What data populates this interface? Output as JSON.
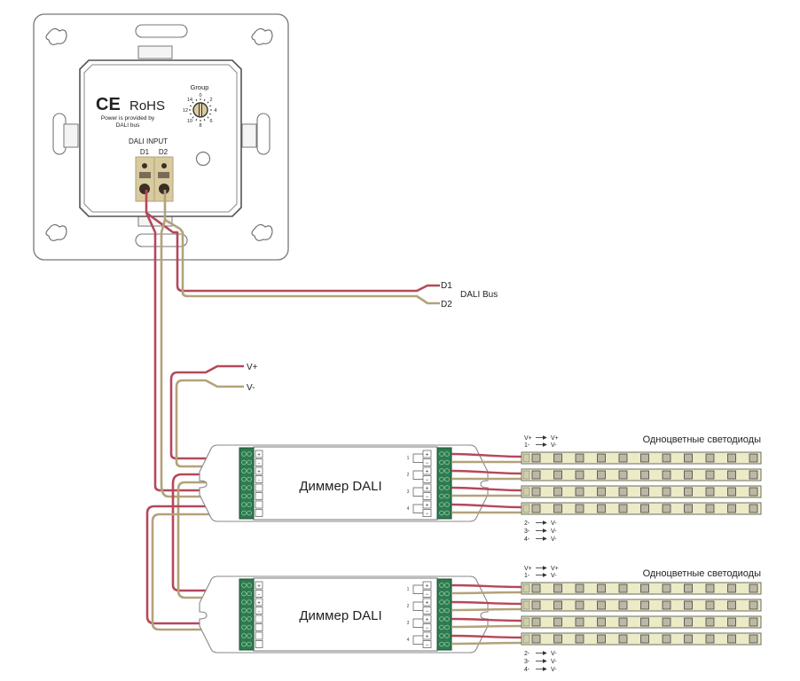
{
  "panel": {
    "ce_mark": "CE",
    "rohs": "RoHS",
    "power_note_line1": "Power is provided by",
    "power_note_line2": "DALI bus",
    "group_label": "Group",
    "dial_numbers": [
      "0",
      "2",
      "4",
      "6",
      "8",
      "10",
      "12",
      "14"
    ],
    "dali_input_label": "DALI INPUT",
    "terminal_d1": "D1",
    "terminal_d2": "D2"
  },
  "bus": {
    "d1": "D1",
    "d2": "D2",
    "label": "DALI Bus"
  },
  "power": {
    "vplus": "V+",
    "vminus": "V-"
  },
  "dimmers": [
    {
      "label": "Диммер DALI",
      "input_side_labels": [
        "+",
        "-",
        "+",
        "-"
      ],
      "output_channels": [
        "1",
        "2",
        "3",
        "4"
      ]
    },
    {
      "label": "Диммер DALI",
      "input_side_labels": [
        "+",
        "-",
        "+",
        "-"
      ],
      "output_channels": [
        "1",
        "2",
        "3",
        "4"
      ]
    }
  ],
  "strip_groups": [
    {
      "title": "Одноцветные светодиоды",
      "top_mapping": [
        {
          "from": "V+",
          "to": "V+"
        },
        {
          "from": "1-",
          "to": "V-"
        }
      ],
      "bottom_mapping": [
        {
          "from": "2-",
          "to": "V-"
        },
        {
          "from": "3-",
          "to": "V-"
        },
        {
          "from": "4-",
          "to": "V-"
        }
      ]
    },
    {
      "title": "Одноцветные светодиоды",
      "top_mapping": [
        {
          "from": "V+",
          "to": "V+"
        },
        {
          "from": "1-",
          "to": "V-"
        }
      ],
      "bottom_mapping": [
        {
          "from": "2-",
          "to": "V-"
        },
        {
          "from": "3-",
          "to": "V-"
        },
        {
          "from": "4-",
          "to": "V-"
        }
      ]
    }
  ],
  "colors": {
    "wire_red": "#b5485a",
    "wire_tan": "#b3a27a",
    "terminal_green": "#2f7a4f",
    "strip_fill": "#ecebc8",
    "terminal_tan": "#d9cba0"
  }
}
